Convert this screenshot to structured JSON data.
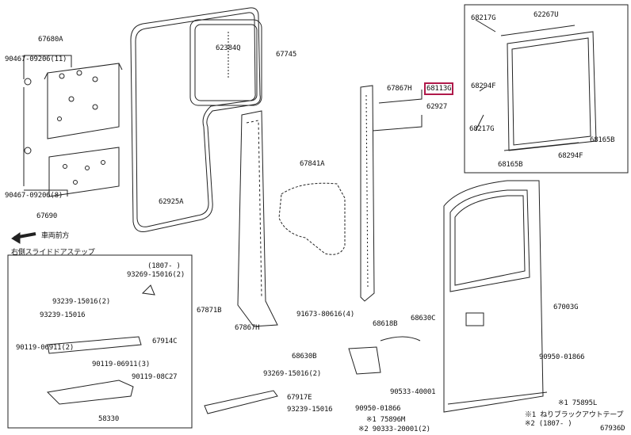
{
  "labels": {
    "p67680A": "67680A",
    "p90467a": "90467-09206(11)",
    "p90467b": "90467-09206(8)",
    "p67690": "67690",
    "p62384Q": "62384Q",
    "p67745": "67745",
    "p62925A": "62925A",
    "p67841A": "67841A",
    "p67867Ha": "67867H",
    "p68113G": "68113G",
    "p62927": "62927",
    "p62267U": "62267U",
    "p68217Ga": "68217G",
    "p68294Fa": "68294F",
    "p68217Gb": "68217G",
    "p68165Ba": "68165B",
    "p68165Bb": "68165B",
    "p68294Fb": "68294F",
    "p67871B": "67871B",
    "p67867Hb": "67867H",
    "p91673": "91673-80616(4)",
    "p68618B": "68618B",
    "p68630C": "68630C",
    "p68630B": "68630B",
    "p67003G": "67003G",
    "p90950a": "90950-01866",
    "p90533": "90533-40001",
    "p90950b": "90950-01866",
    "p75895L": "※1 75895L",
    "p75896M": "※1 75896M",
    "p90333": "※2 90333-20001(2)",
    "note1": "※1 ねりブラックアウトテープ",
    "note2": "※2 (1807- )",
    "p93269a": "93269-15016(2)",
    "p67917E": "67917E",
    "p93239c": "93239-15016",
    "front": "車両前方",
    "inset_title": "右側スライドドアステップ",
    "date1807": "(1807- )",
    "p93269b": "93269-15016(2)",
    "p93239a": "93239-15016(2)",
    "p93239b": "93239-15016",
    "p67914C": "67914C",
    "p90119a": "90119-06911(2)",
    "p90119b": "90119-06911(3)",
    "p90119c": "90119-08C27",
    "p58330": "58330",
    "figno": "67936D"
  }
}
